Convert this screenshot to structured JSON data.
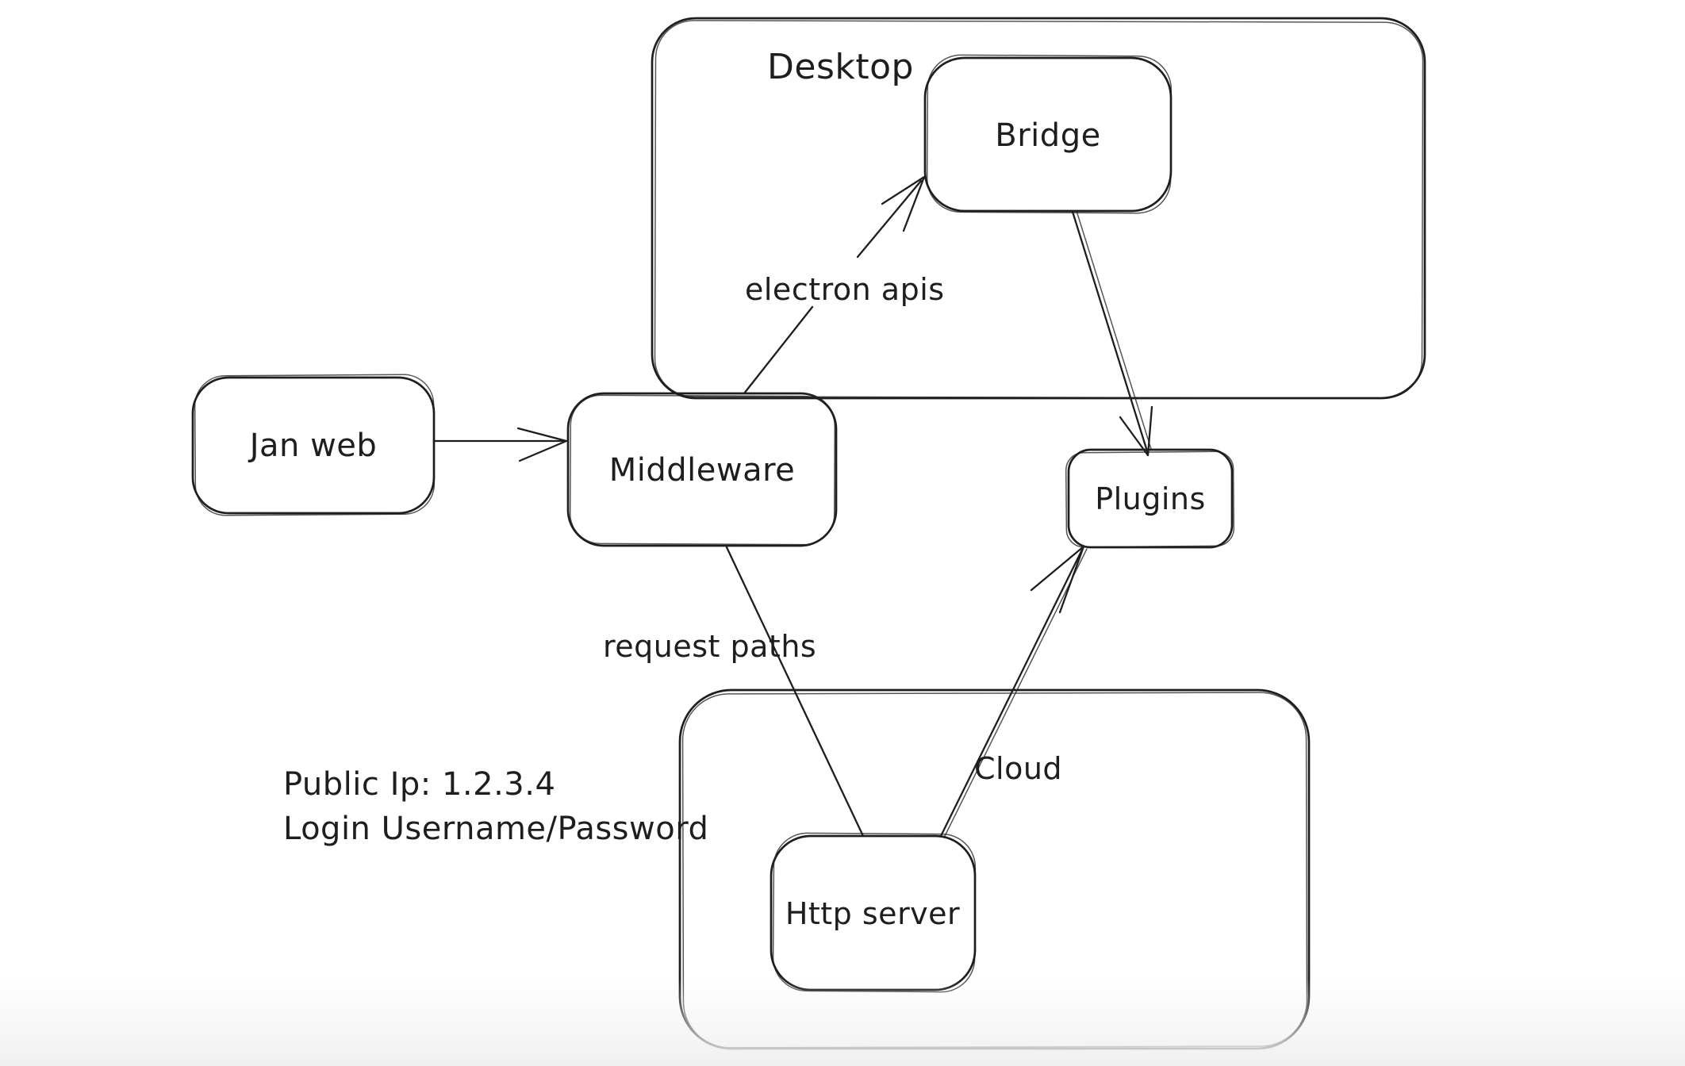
{
  "diagram": {
    "containers": [
      {
        "id": "desktop",
        "label": "Desktop"
      },
      {
        "id": "cloud",
        "label": "Cloud"
      }
    ],
    "nodes": [
      {
        "id": "jan-web",
        "label": "Jan web"
      },
      {
        "id": "middleware",
        "label": "Middleware"
      },
      {
        "id": "bridge",
        "label": "Bridge"
      },
      {
        "id": "plugins",
        "label": "Plugins"
      },
      {
        "id": "http-server",
        "label": "Http server"
      }
    ],
    "edges": [
      {
        "id": "janweb-to-middleware",
        "from": "jan-web",
        "to": "middleware",
        "label": ""
      },
      {
        "id": "middleware-to-bridge",
        "from": "middleware",
        "to": "bridge",
        "label": "electron apis"
      },
      {
        "id": "bridge-to-plugins",
        "from": "bridge",
        "to": "plugins",
        "label": ""
      },
      {
        "id": "middleware-to-httpserver",
        "from": "middleware",
        "to": "http-server",
        "label": "request paths"
      },
      {
        "id": "httpserver-to-plugins",
        "from": "http-server",
        "to": "plugins",
        "label": ""
      }
    ],
    "annotations": {
      "lines": [
        "Public Ip: 1.2.3.4",
        "Login Username/Password"
      ]
    },
    "colors": {
      "stroke": "#1e1e1e",
      "background": "#ffffff",
      "fade": "#f0f0f0"
    }
  }
}
